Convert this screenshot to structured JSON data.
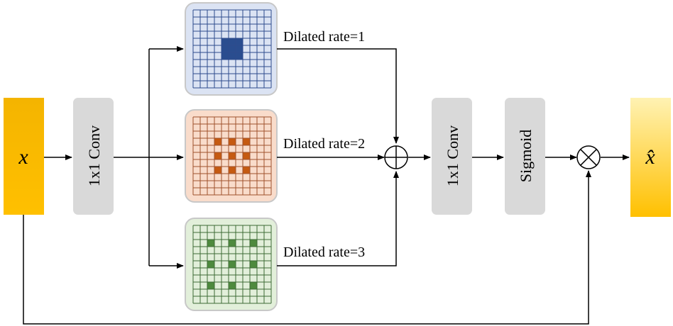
{
  "input": {
    "symbol": "x"
  },
  "output": {
    "symbol": "x̂"
  },
  "conv_in": {
    "label": "1x1 Conv"
  },
  "conv_out": {
    "label": "1x1 Conv"
  },
  "sigmoid": {
    "label": "Sigmoid"
  },
  "branches": [
    {
      "label": "Dilated rate=1",
      "rate": 1,
      "fill": "#dbe3f3",
      "grid": "#2e4b8c",
      "mark": "#2a4d8f"
    },
    {
      "label": "Dilated rate=2",
      "rate": 2,
      "fill": "#f9dccb",
      "grid": "#a0522d",
      "mark": "#c55a11"
    },
    {
      "label": "Dilated rate=3",
      "rate": 3,
      "fill": "#e2efda",
      "grid": "#3d6b35",
      "mark": "#4e8a3e"
    }
  ],
  "colors": {
    "input_top": "#f4b400",
    "input_bottom": "#ffc000",
    "output_top": "#fff2b3",
    "output_bottom": "#ffc000",
    "box": "#d9d9d9",
    "line": "#000000"
  },
  "operators": {
    "add": "plus-circle",
    "multiply": "times-circle"
  }
}
